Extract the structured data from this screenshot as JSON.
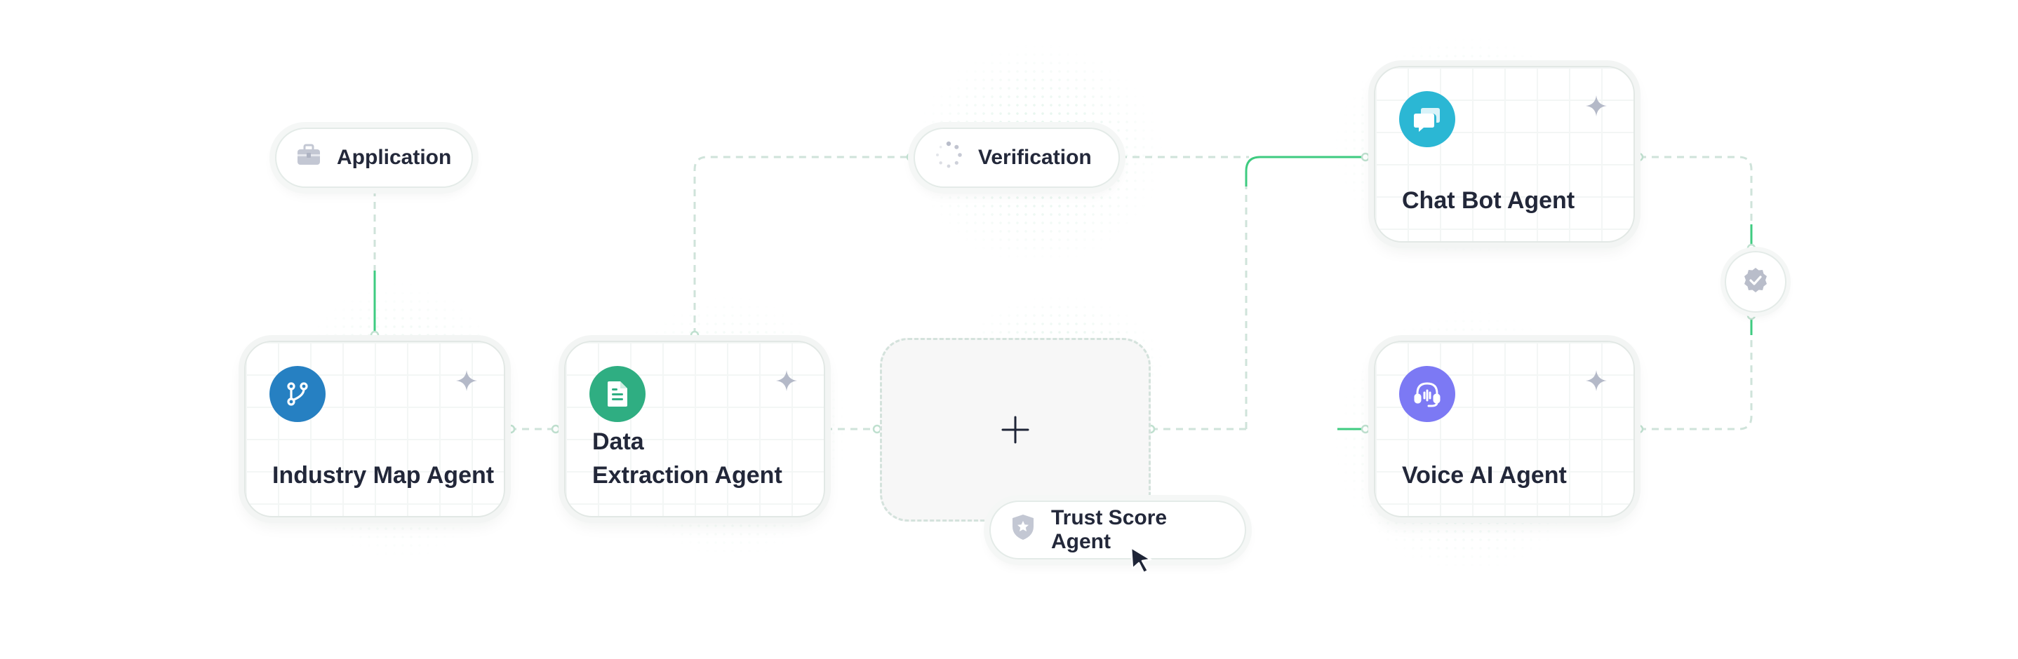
{
  "nodes": {
    "application": {
      "label": "Application",
      "icon": "briefcase-icon"
    },
    "verification": {
      "label": "Verification",
      "icon": "spinner-icon"
    },
    "trust_score": {
      "label": "Trust Score Agent",
      "icon": "shield-star-icon"
    },
    "industry_map": {
      "title": "Industry Map Agent",
      "icon": "git-branch-icon",
      "color": "#2680c2"
    },
    "data_extraction": {
      "title_line1": "Data",
      "title_line2": "Extraction Agent",
      "icon": "document-icon",
      "color": "#2fae82"
    },
    "chat_bot": {
      "title": "Chat Bot Agent",
      "icon": "chat-bubbles-icon",
      "color": "#2bb7d4"
    },
    "voice_ai": {
      "title": "Voice AI Agent",
      "icon": "headset-icon",
      "color": "#7c79f4"
    },
    "add_agent": {
      "icon": "plus-icon"
    },
    "status": {
      "icon": "check-badge-icon"
    }
  },
  "colors": {
    "accent_green": "#3ecb80",
    "connector_dashed": "#cfe3da",
    "sparkle": "#b4b9c8"
  }
}
